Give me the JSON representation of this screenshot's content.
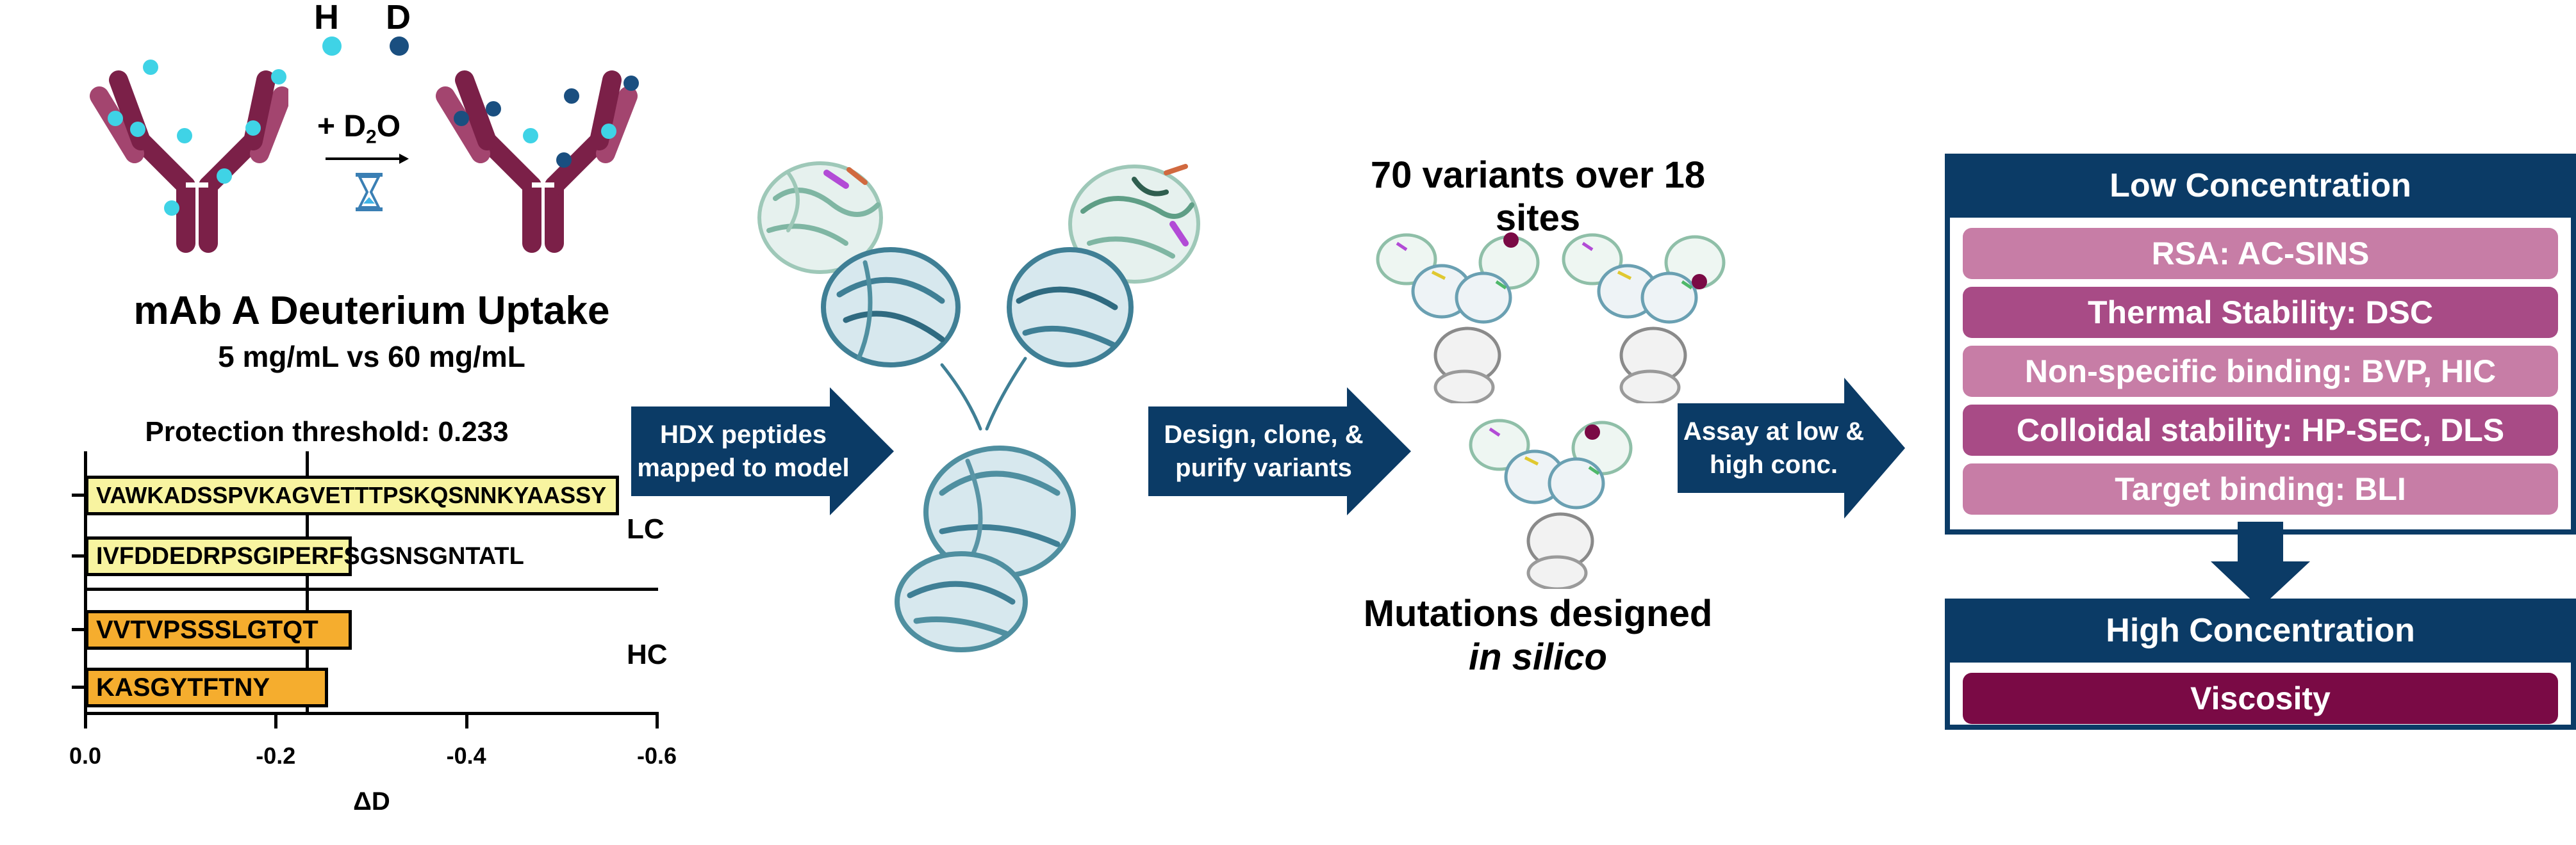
{
  "legend": {
    "h_label": "H",
    "d_label": "D",
    "h_color": "#3fd3e6",
    "d_color": "#1a4f80"
  },
  "reaction": {
    "prefix": "+ D",
    "subscript": "2",
    "suffix": "O"
  },
  "uptake": {
    "title": "mAb A Deuterium Uptake",
    "subtitle": "5 mg/mL vs 60 mg/mL"
  },
  "chart_data": {
    "type": "bar",
    "orientation": "horizontal",
    "title": "Protection threshold: 0.233",
    "xlabel": "ΔD",
    "ylabel": "",
    "xlim": [
      0.0,
      -0.6
    ],
    "xticks": [
      "0.0",
      "-0.2",
      "-0.4",
      "-0.6"
    ],
    "threshold": -0.233,
    "groups": [
      {
        "name": "LC",
        "color": "#f8f4a0",
        "bars": [
          {
            "peptide": "VAWKADSSPVKAGVETTTPSKQSNNKYAASSY",
            "value": -0.56
          },
          {
            "peptide": "IVFDDEDRPSGIPERFSGSNSGNTATL",
            "value": -0.28
          }
        ]
      },
      {
        "name": "HC",
        "color": "#f5ad2e",
        "bars": [
          {
            "peptide": "VVTVPSSSLGTQT",
            "value": -0.28
          },
          {
            "peptide": "KASGYTFTNY",
            "value": -0.255
          }
        ]
      }
    ]
  },
  "arrows": {
    "hdx": "HDX peptides mapped to model",
    "design": "Design, clone, & purify variants",
    "assay": "Assay at low & high conc."
  },
  "variants": {
    "title": "70 variants over 18 sites",
    "caption_line1": "Mutations designed",
    "caption_line2": "in silico"
  },
  "low": {
    "title": "Low Concentration",
    "assays": [
      {
        "label": "RSA: AC-SINS",
        "color": "#c77da6"
      },
      {
        "label": "Thermal Stability: DSC",
        "color": "#a84b86"
      },
      {
        "label": "Non-specific binding: BVP, HIC",
        "color": "#c77da6"
      },
      {
        "label": "Colloidal stability: HP-SEC, DLS",
        "color": "#a84b86"
      },
      {
        "label": "Target binding: BLI",
        "color": "#c77da6"
      }
    ]
  },
  "high": {
    "title": "High Concentration",
    "assays": [
      {
        "label": "Viscosity",
        "color": "#7a0a45"
      }
    ]
  },
  "colors": {
    "navy": "#0b3b66",
    "antibody": "#7b2048",
    "antibody_light": "#a3456f",
    "protein": "#4f8fa0"
  }
}
